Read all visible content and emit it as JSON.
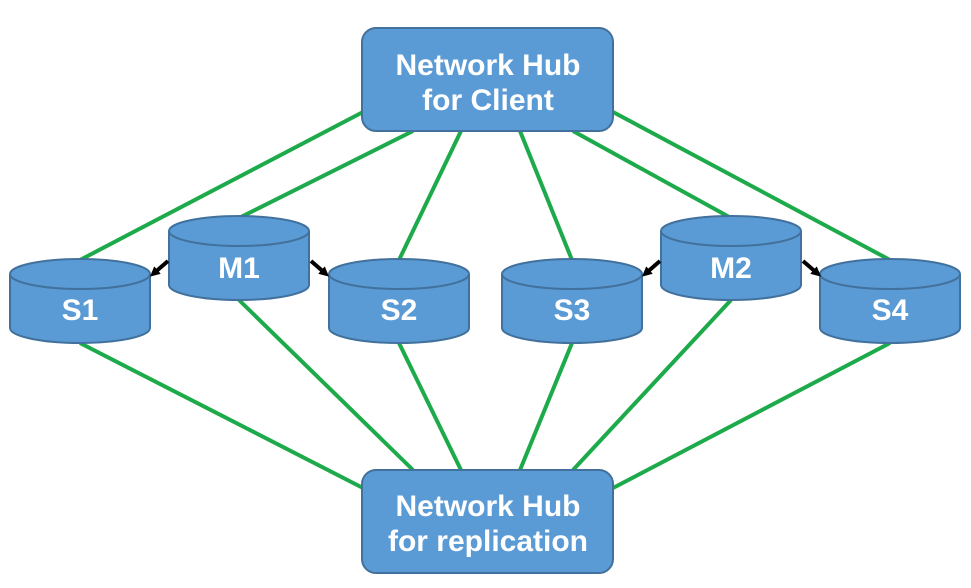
{
  "hubs": {
    "client": {
      "line1": "Network Hub",
      "line2": "for Client"
    },
    "replication": {
      "line1": "Network Hub",
      "line2": "for replication"
    }
  },
  "nodes": {
    "s1": "S1",
    "m1": "M1",
    "s2": "S2",
    "s3": "S3",
    "m2": "M2",
    "s4": "S4"
  },
  "colors": {
    "shape_fill": "#5b9bd5",
    "shape_stroke": "#41719c",
    "link": "#1daa4a",
    "arrow": "#000000",
    "text": "#ffffff"
  },
  "connections": {
    "client_hub_to": [
      "S1",
      "M1",
      "S2",
      "S3",
      "M2",
      "S4"
    ],
    "replication_hub_to": [
      "S1",
      "M1",
      "S2",
      "S3",
      "M2",
      "S4"
    ],
    "replication_arrows": [
      {
        "from": "M1",
        "to": "S1"
      },
      {
        "from": "M1",
        "to": "S2"
      },
      {
        "from": "M2",
        "to": "S3"
      },
      {
        "from": "M2",
        "to": "S4"
      }
    ]
  }
}
